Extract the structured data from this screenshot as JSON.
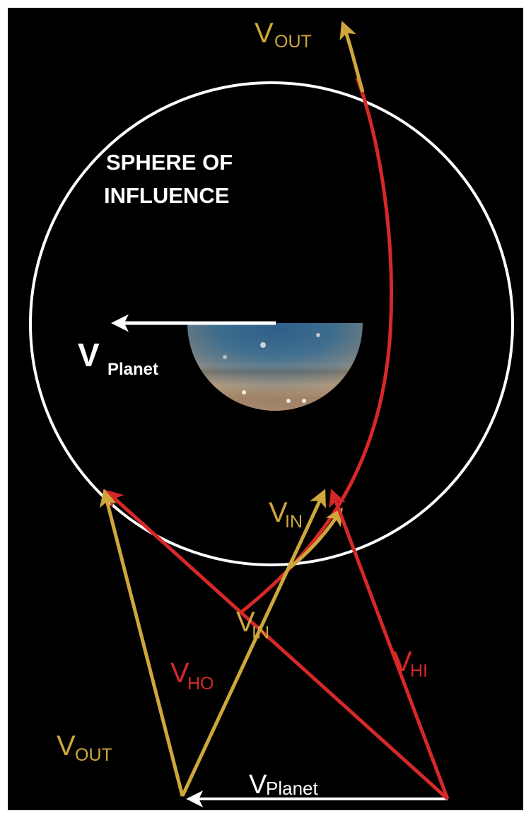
{
  "colors": {
    "background": "#000000",
    "frame": "#ffffff",
    "sphere": "#ffffff",
    "trajectory": "#d62828",
    "planet_velocity_vector": "#ffffff",
    "spacecraft_velocity_vector": "#cea73c",
    "heliocentric_velocity_vector": "#d62828"
  },
  "title": {
    "line1": "SPHERE OF",
    "line2": "INFLUENCE"
  },
  "planet": {
    "icon": "planet-half-disc"
  },
  "labels": {
    "v_out": {
      "main": "V",
      "sub": "OUT"
    },
    "v_in": {
      "main": "V",
      "sub": "IN"
    },
    "v_planet": {
      "main": "V",
      "sub": "Planet"
    }
  },
  "triangle_labels": {
    "v_in": {
      "main": "V",
      "sub": "IN"
    },
    "v_out": {
      "main": "V",
      "sub": "OUT"
    },
    "v_ho": {
      "main": "V",
      "sub": "HO"
    },
    "v_hi": {
      "main": "V",
      "sub": "HI"
    },
    "v_planet": {
      "main": "V",
      "sub": "Planet"
    }
  }
}
